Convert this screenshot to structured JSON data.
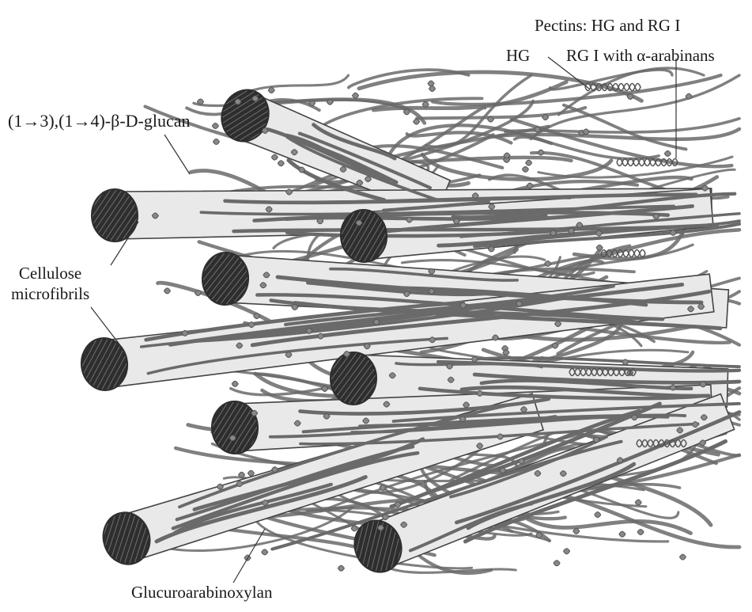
{
  "labels": {
    "glucan": "(1→3),(1→4)-β-D-glucan",
    "cellulose_line1": "Cellulose",
    "cellulose_line2": "microfibrils",
    "glucuronoarabinoxylan": "Glucuroarabinoxylan",
    "pectins": "Pectins: HG and RG I",
    "hg": "HG",
    "rg1": "RG I with α-arabinans"
  },
  "colors": {
    "fibril_fill": "#e9e9e9",
    "fibril_stroke": "#444444",
    "polymer_strand": "#6a6a6a",
    "fibril_end": "#2e2e2e",
    "leader_line": "#333333"
  }
}
